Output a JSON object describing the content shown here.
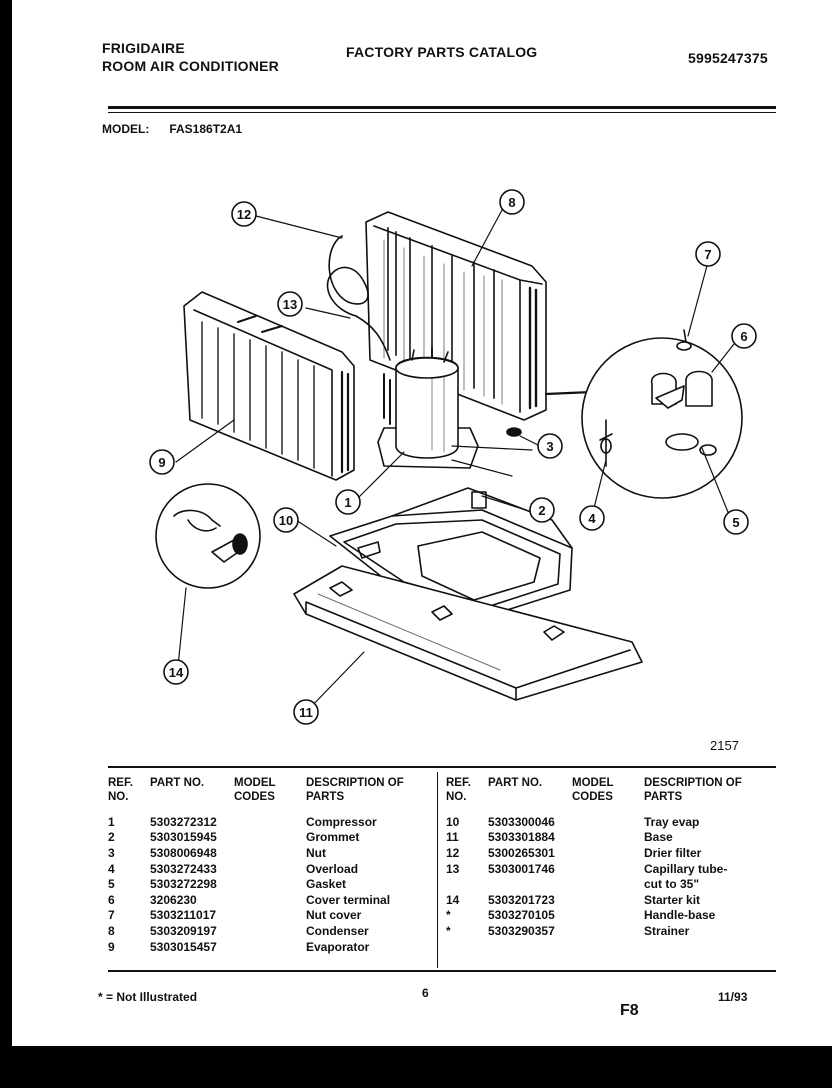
{
  "header": {
    "brand": "FRIGIDAIRE",
    "product": "ROOM AIR CONDITIONER",
    "catalog": "FACTORY PARTS CATALOG",
    "catalog_number": "5995247375"
  },
  "model": {
    "label": "MODEL:",
    "value": "FAS186T2A1"
  },
  "figure": {
    "callouts": [
      "1",
      "2",
      "3",
      "4",
      "5",
      "6",
      "7",
      "8",
      "9",
      "10",
      "11",
      "12",
      "13",
      "14"
    ],
    "figure_number": "2157"
  },
  "table": {
    "headers": [
      "REF. NO.",
      "PART NO.",
      "MODEL CODES",
      "DESCRIPTION OF PARTS"
    ],
    "left_rows": [
      [
        "1",
        "5303272312",
        "",
        "Compressor"
      ],
      [
        "2",
        "5303015945",
        "",
        "Grommet"
      ],
      [
        "3",
        "5308006948",
        "",
        "Nut"
      ],
      [
        "4",
        "5303272433",
        "",
        "Overload"
      ],
      [
        "5",
        "5303272298",
        "",
        "Gasket"
      ],
      [
        "6",
        "3206230",
        "",
        "Cover terminal"
      ],
      [
        "7",
        "5303211017",
        "",
        "Nut cover"
      ],
      [
        "8",
        "5303209197",
        "",
        "Condenser"
      ],
      [
        "9",
        "5303015457",
        "",
        "Evaporator"
      ]
    ],
    "right_rows": [
      [
        "10",
        "5303300046",
        "",
        "Tray evap"
      ],
      [
        "11",
        "5303301884",
        "",
        "Base"
      ],
      [
        "12",
        "5300265301",
        "",
        "Drier filter"
      ],
      [
        "13",
        "5303001746",
        "",
        "Capillary tube-"
      ],
      [
        "",
        "",
        "",
        "cut to 35\""
      ],
      [
        "14",
        "5303201723",
        "",
        "Starter kit"
      ],
      [
        "*",
        "5303270105",
        "",
        "Handle-base"
      ],
      [
        "*",
        "5303290357",
        "",
        "Strainer"
      ]
    ]
  },
  "footer": {
    "note": "* = Not Illustrated",
    "page": "6",
    "section": "F8",
    "date": "11/93"
  }
}
